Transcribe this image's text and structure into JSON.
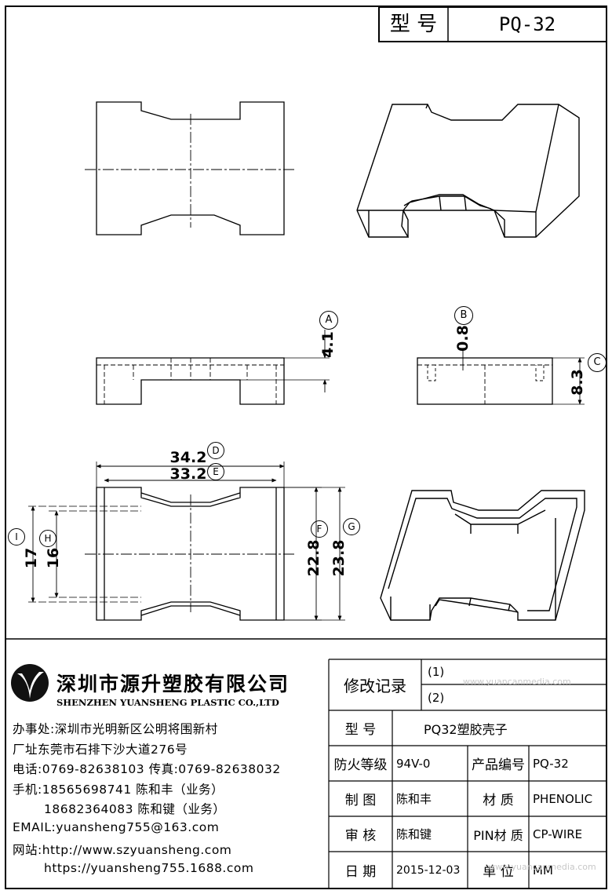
{
  "header": {
    "model_label": "型 号",
    "model_value": "PQ-32"
  },
  "dimensions": {
    "a_height": "4.1",
    "a_mark": "A",
    "b_gap": "0.8",
    "b_mark": "B",
    "c_height": "8.3",
    "c_mark": "C",
    "d_width": "34.2",
    "d_mark": "D",
    "e_width": "33.2",
    "e_mark": "E",
    "f_height": "22.8",
    "f_mark": "F",
    "g_height": "23.8",
    "g_mark": "G",
    "h_height": "16",
    "h_mark": "H",
    "i_height": "17",
    "i_mark": "I"
  },
  "company": {
    "name_cn": "深圳市源升塑胶有限公司",
    "name_en": "SHENZHEN YUANSHENG PLASTIC CO.,LTD",
    "office": "办事处:深圳市光明新区公明将围新村",
    "factory": "厂址东莞市石排下沙大道276号",
    "phone": "电话:0769-82638103 传真:0769-82638032",
    "mobile1": "手机:18565698741 陈和丰（业务）",
    "mobile2": "18682364083 陈和键（业务）",
    "email": "EMAIL:yuansheng755@163.com",
    "website": "网站:http://www.szyuansheng.com",
    "shop": "https://yuansheng755.1688.com"
  },
  "title_block": {
    "revision_label": "修改记录",
    "revision_1": "(1)",
    "revision_2": "(2)",
    "model_label": "型 号",
    "model_value": "PQ32塑胶壳子",
    "fire_label": "防火等级",
    "fire_value": "94V-0",
    "product_no_label": "产品编号",
    "product_no_value": "PQ-32",
    "drawn_label": "制 图",
    "drawn_value": "陈和丰",
    "material_label": "材 质",
    "material_value": "PHENOLIC",
    "checked_label": "审 核",
    "checked_value": "陈和键",
    "pin_material_label": "PIN材 质",
    "pin_material_value": "CP-WIRE",
    "date_label": "日 期",
    "date_value": "2015-12-03",
    "unit_label": "单 位",
    "unit_value": "MM"
  },
  "watermark": "www.yuancanmedia.com"
}
